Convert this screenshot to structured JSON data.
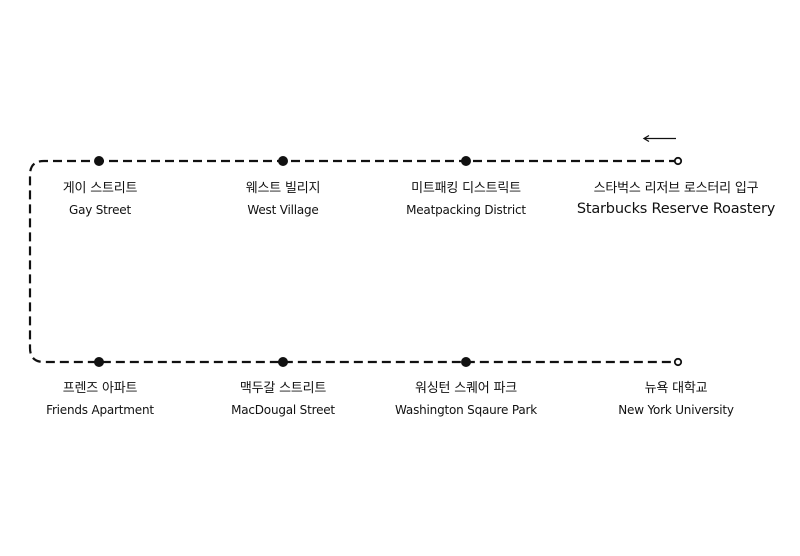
{
  "route": {
    "direction_icon": "arrow-left-icon",
    "line_color": "#111111",
    "top_row": [
      {
        "ko": "게이 스트리트",
        "en": "Gay Street"
      },
      {
        "ko": "웨스트 빌리지",
        "en": "West Village"
      },
      {
        "ko": "미트패킹 디스트릭트",
        "en": "Meatpacking District"
      },
      {
        "ko": "스타벅스 리저브 로스터리 입구",
        "en": "Starbucks Reserve Roastery"
      }
    ],
    "bottom_row": [
      {
        "ko": "프렌즈 아파트",
        "en": "Friends Apartment"
      },
      {
        "ko": "맥두갈 스트리트",
        "en": "MacDougal Street"
      },
      {
        "ko": "워싱턴 스퀘어 파크",
        "en": "Washington Sqaure Park"
      },
      {
        "ko": "뉴욕 대학교",
        "en": "New York University"
      }
    ]
  }
}
